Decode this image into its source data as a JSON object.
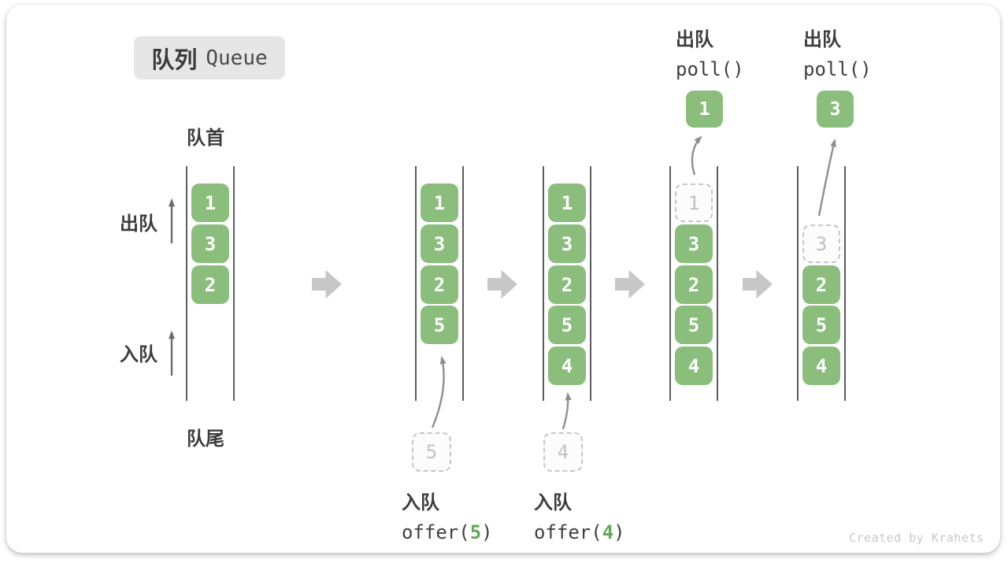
{
  "badge": {
    "zh": "队列",
    "en": "Queue"
  },
  "labels": {
    "front": "队首",
    "rear": "队尾",
    "dequeue": "出队",
    "enqueue": "入队"
  },
  "colors": {
    "cell_green": "#8bbe7d",
    "code_arg_green": "#63a757",
    "block_arrow_gray": "#c7c7c7",
    "ghost_gray": "#c6c6c6"
  },
  "states": [
    {
      "cells": [
        {
          "value": "1"
        },
        {
          "value": "3"
        },
        {
          "value": "2"
        }
      ]
    },
    {
      "cells": [
        {
          "value": "1"
        },
        {
          "value": "3"
        },
        {
          "value": "2"
        },
        {
          "value": "5"
        }
      ],
      "staged": {
        "value": "5"
      }
    },
    {
      "cells": [
        {
          "value": "1"
        },
        {
          "value": "3"
        },
        {
          "value": "2"
        },
        {
          "value": "5"
        },
        {
          "value": "4"
        }
      ],
      "staged": {
        "value": "4"
      }
    },
    {
      "cells": [
        {
          "value": "1",
          "variant": "ghost"
        },
        {
          "value": "3"
        },
        {
          "value": "2"
        },
        {
          "value": "5"
        },
        {
          "value": "4"
        }
      ],
      "popped": {
        "value": "1"
      }
    },
    {
      "cells": [
        {
          "value": "3",
          "variant": "ghost"
        },
        {
          "value": "2"
        },
        {
          "value": "5"
        },
        {
          "value": "4"
        }
      ],
      "popped": {
        "value": "3"
      }
    }
  ],
  "operations": [
    {
      "kind": "enqueue",
      "label": "入队",
      "code_fn": "offer(",
      "code_arg": "5",
      "code_close": ")"
    },
    {
      "kind": "enqueue",
      "label": "入队",
      "code_fn": "offer(",
      "code_arg": "4",
      "code_close": ")"
    },
    {
      "kind": "dequeue",
      "label": "出队",
      "code": "poll()"
    },
    {
      "kind": "dequeue",
      "label": "出队",
      "code": "poll()"
    }
  ],
  "watermark": "Created by Krahets"
}
